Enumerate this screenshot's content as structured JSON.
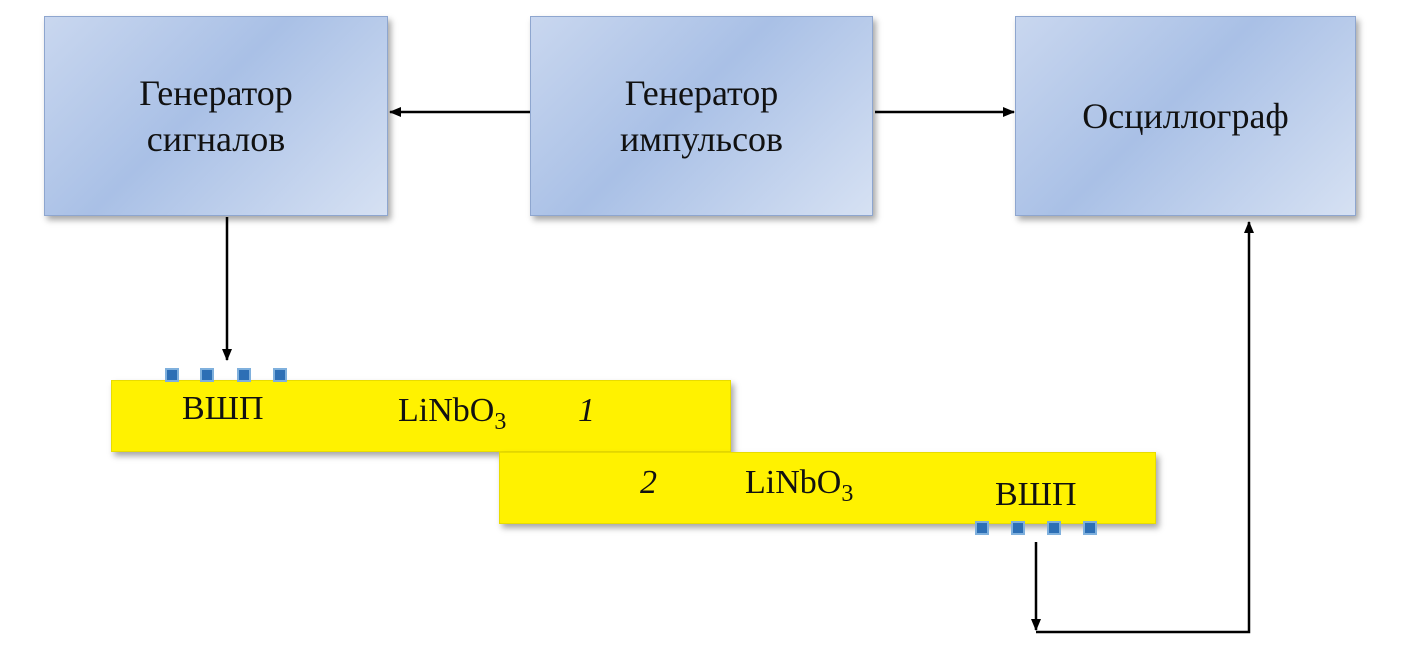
{
  "blocks": {
    "signal_generator": {
      "line1": "Генератор",
      "line2": "сигналов"
    },
    "pulse_generator": {
      "line1": "Генератор",
      "line2": "импульсов"
    },
    "oscilloscope": {
      "line1": "Осциллограф"
    }
  },
  "plate1": {
    "idt_label": "ВШП",
    "material": "LiNbO",
    "material_sub": "3",
    "number": "1"
  },
  "plate2": {
    "idt_label": "ВШП",
    "material": "LiNbO",
    "material_sub": "3",
    "number": "2"
  },
  "colors": {
    "block_fill": "#b7cbeb",
    "plate_fill": "#fff200",
    "electrode": "#2d6fb5",
    "wire": "#000000"
  }
}
